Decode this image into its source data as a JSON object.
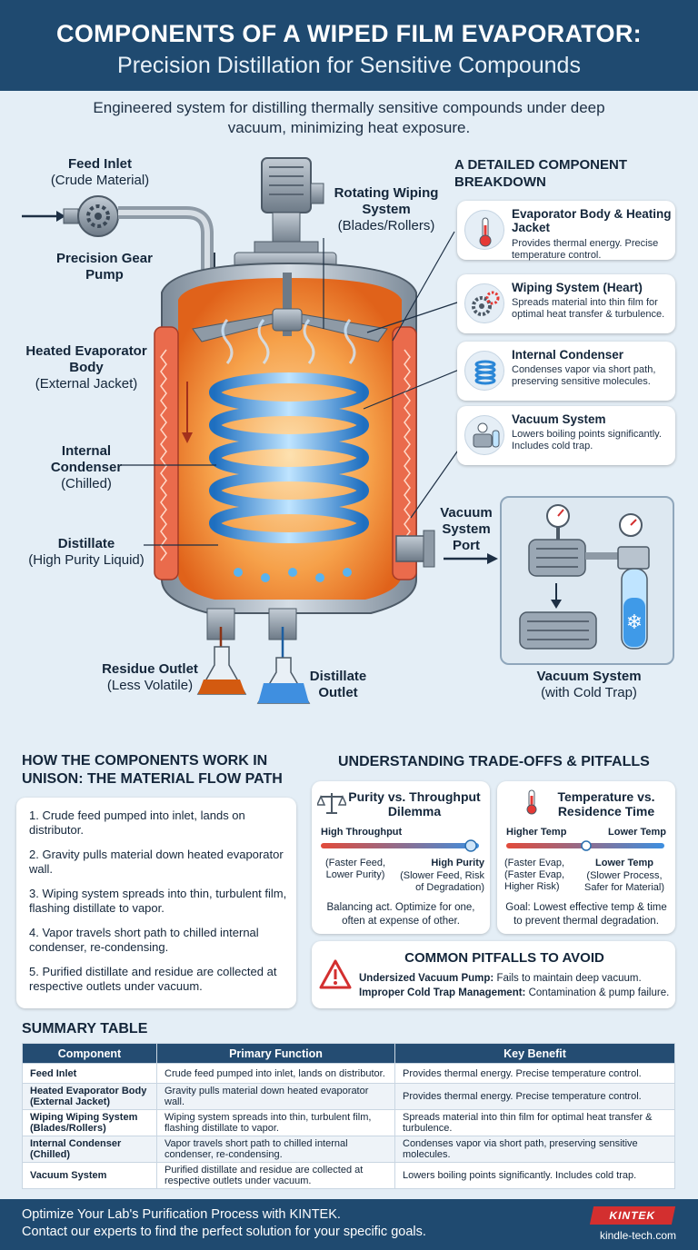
{
  "header": {
    "title": "COMPONENTS OF A WIPED FILM EVAPORATOR:",
    "subtitle": "Precision Distillation for Sensitive Compounds"
  },
  "intro": "Engineered system for distilling thermally sensitive compounds under deep vacuum, minimizing heat exposure.",
  "diagram": {
    "feed_inlet": {
      "title": "Feed Inlet",
      "sub": "(Crude Material)"
    },
    "gear_pump": {
      "title": "Precision Gear Pump"
    },
    "wiping": {
      "title": "Rotating Wiping System",
      "sub": "(Blades/Rollers)"
    },
    "heated_body": {
      "title": "Heated Evaporator Body",
      "sub": "(External Jacket)"
    },
    "condenser": {
      "title": "Internal Condenser",
      "sub": "(Chilled)"
    },
    "distillate": {
      "title": "Distillate",
      "sub": "(High Purity Liquid)"
    },
    "vacuum_port": {
      "title": "Vacuum System Port"
    },
    "residue": {
      "title": "Residue Outlet",
      "sub": "(Less Volatile)"
    },
    "distillate_outlet": {
      "title": "Distillate Outlet"
    },
    "vacuum_system": {
      "title": "Vacuum System",
      "sub": "(with Cold Trap)"
    }
  },
  "breakdown": {
    "title": "A DETAILED COMPONENT BREAKDOWN",
    "cards": [
      {
        "title": "Evaporator Body & Heating Jacket",
        "desc": "Provides thermal energy. Precise temperature control.",
        "icon": "thermometer-icon"
      },
      {
        "title": "Wiping System (Heart)",
        "desc": "Spreads material into thin film for optimal heat transfer & turbulence.",
        "icon": "gears-icon"
      },
      {
        "title": "Internal Condenser",
        "desc": "Condenses vapor via short path, preserving sensitive molecules.",
        "icon": "coil-icon"
      },
      {
        "title": "Vacuum System",
        "desc": "Lowers boiling points significantly. Includes cold trap.",
        "icon": "pump-icon"
      }
    ]
  },
  "flow": {
    "title": "HOW THE COMPONENTS WORK IN UNISON: THE MATERIAL FLOW PATH",
    "steps": [
      "1. Crude feed pumped into inlet, lands on distributor.",
      "2. Gravity pulls material down heated evaporator wall.",
      "3. Wiping system spreads into thin, turbulent film, flashing distillate to vapor.",
      "4. Vapor travels short path to chilled internal condenser, re-condensing.",
      "5. Purified distillate and residue are collected at respective outlets under vacuum."
    ]
  },
  "tradeoffs": {
    "title": "UNDERSTANDING TRADE-OFFS & PITFALLS",
    "purity": {
      "title": "Purity vs. Throughput Dilemma",
      "left_label": "High Throughput",
      "left_sub": "(Faster Feed, Lower Purity)",
      "right_label": "High Purity",
      "right_sub": "(Slower Feed, Risk of Degradation)",
      "note": "Balancing act. Optimize for one, often at expense of other.",
      "slider_level": 0.97
    },
    "temperature": {
      "title": "Temperature vs. Residence Time",
      "left_label": "Higher Temp",
      "right_label": "Lower Temp",
      "left_sub": "(Faster Evap, (Faster Evap, Higher Risk)",
      "right_title": "Lower Temp",
      "right_sub": "(Slower Process, Safer for Material)",
      "note": "Goal: Lowest effective temp & time to prevent thermal degradation.",
      "slider_level": 0.5
    },
    "pitfalls": {
      "title": "COMMON PITFALLS TO AVOID",
      "items": [
        {
          "name": "Undersized Vacuum Pump:",
          "text": "Fails to maintain deep vacuum."
        },
        {
          "name": "Improper Cold Trap Management:",
          "text": "Contamination & pump failure."
        }
      ]
    }
  },
  "summary": {
    "title": "SUMMARY TABLE",
    "columns": [
      "Component",
      "Primary Function",
      "Key Benefit"
    ],
    "rows": [
      [
        "Feed Inlet",
        "Crude feed pumped into inlet, lands on distributor.",
        "Provides thermal energy. Precise temperature control."
      ],
      [
        "Heated Evaporator Body (External Jacket)",
        "Gravity pulls material down heated evaporator wall.",
        "Provides thermal energy. Precise temperature control."
      ],
      [
        "Wiping Wiping System (Blades/Rollers)",
        "Wiping system spreads into thin, turbulent film, flashing distillate to vapor.",
        "Spreads material into thin film for optimal heat transfer & turbulence."
      ],
      [
        "Internal Condenser (Chilled)",
        "Vapor travels short path to chilled internal condenser, re-condensing.",
        "Condenses vapor via short path, preserving sensitive molecules."
      ],
      [
        "Vacuum System",
        "Purified distillate and residue are collected at respective outlets under vacuum.",
        "Lowers boiling points significantly. Includes cold trap."
      ]
    ]
  },
  "footer": {
    "line1": "Optimize Your Lab's Purification Process with KINTEK.",
    "line2": "Contact our experts to find the perfect solution for your specific goals.",
    "logo": "KINTEK",
    "url": "kindle-tech.com"
  },
  "colors": {
    "header_bg": "#1f4a70",
    "heat_orange": "#f07a1a",
    "condenser_blue": "#4aa6e8",
    "jacket_red": "#e84a3a",
    "accent_red": "#d32f2f"
  }
}
